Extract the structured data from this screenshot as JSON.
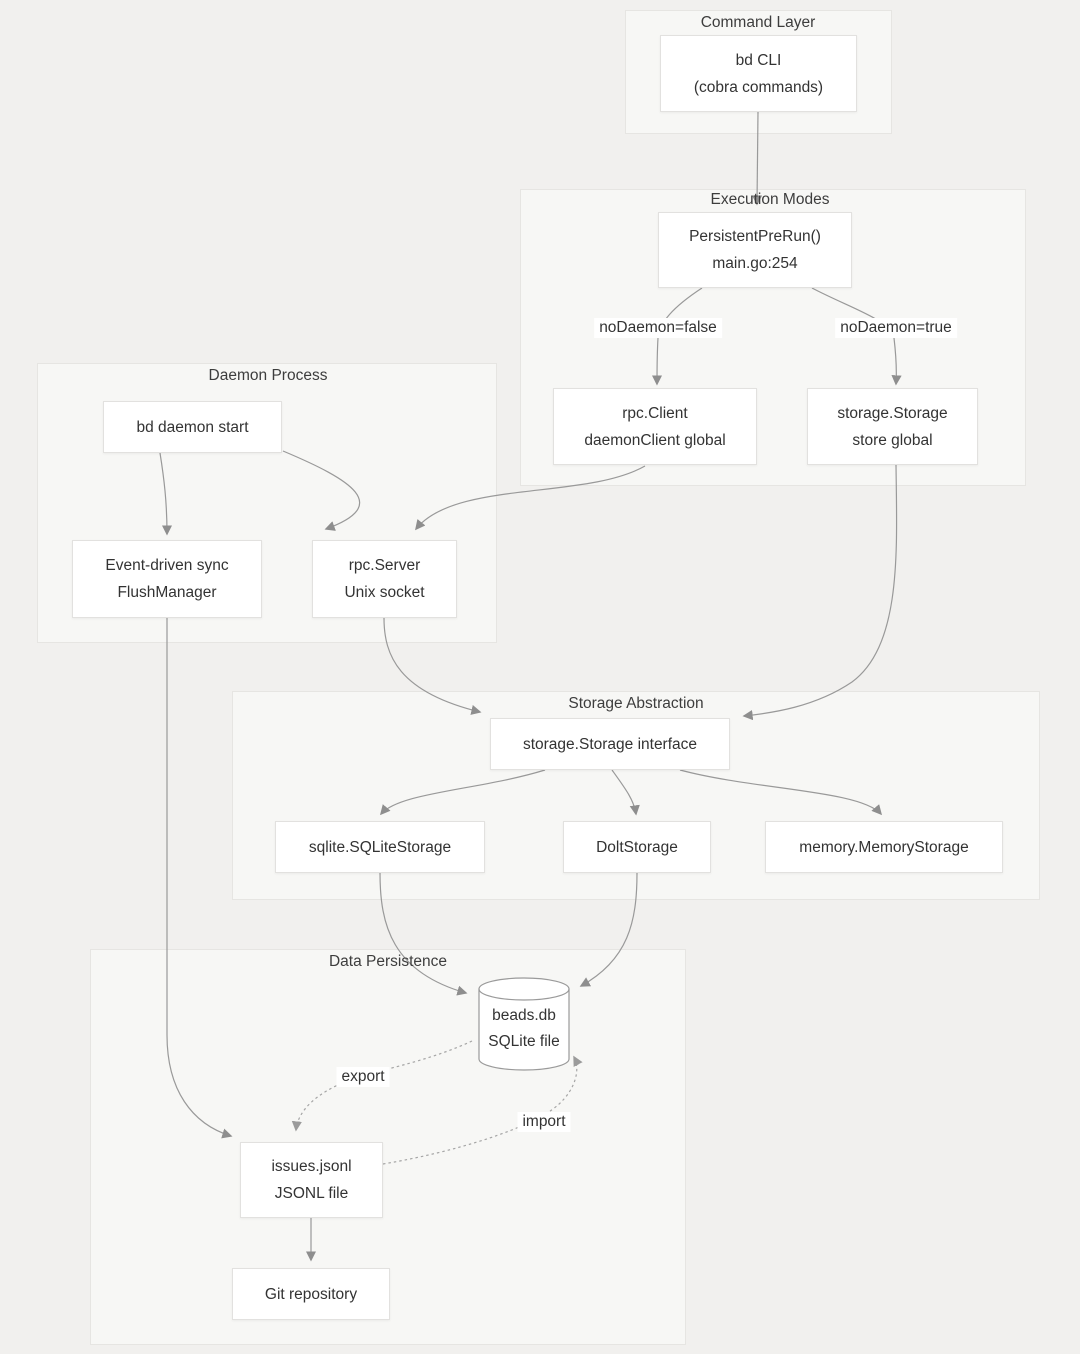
{
  "diagram": {
    "clusters": {
      "command_layer": "Command Layer",
      "execution_modes": "Execution Modes",
      "daemon_process": "Daemon Process",
      "storage_abstraction": "Storage Abstraction",
      "data_persistence": "Data Persistence"
    },
    "nodes": {
      "bd_cli": {
        "line1": "bd CLI",
        "line2": "(cobra commands)"
      },
      "persistent_prerun": {
        "line1": "PersistentPreRun()",
        "line2": "main.go:254"
      },
      "rpc_client": {
        "line1": "rpc.Client",
        "line2": "daemonClient global"
      },
      "storage_store": {
        "line1": "storage.Storage",
        "line2": "store global"
      },
      "bd_daemon_start": {
        "line1": "bd daemon start"
      },
      "event_driven_sync": {
        "line1": "Event-driven sync",
        "line2": "FlushManager"
      },
      "rpc_server": {
        "line1": "rpc.Server",
        "line2": "Unix socket"
      },
      "storage_interface": {
        "line1": "storage.Storage interface"
      },
      "sqlite_storage": {
        "line1": "sqlite.SQLiteStorage"
      },
      "dolt_storage": {
        "line1": "DoltStorage"
      },
      "memory_storage": {
        "line1": "memory.MemoryStorage"
      },
      "beads_db": {
        "line1": "beads.db",
        "line2": "SQLite file"
      },
      "issues_jsonl": {
        "line1": "issues.jsonl",
        "line2": "JSONL file"
      },
      "git_repository": {
        "line1": "Git repository"
      }
    },
    "edge_labels": {
      "no_daemon_false": "noDaemon=false",
      "no_daemon_true": "noDaemon=true",
      "export": "export",
      "import": "import"
    },
    "edges": [
      {
        "from": "bd_cli",
        "to": "persistent_prerun",
        "style": "solid",
        "label": ""
      },
      {
        "from": "persistent_prerun",
        "to": "rpc_client",
        "style": "solid",
        "label": "noDaemon=false"
      },
      {
        "from": "persistent_prerun",
        "to": "storage_store",
        "style": "solid",
        "label": "noDaemon=true"
      },
      {
        "from": "rpc_client",
        "to": "rpc_server",
        "style": "solid",
        "label": ""
      },
      {
        "from": "bd_daemon_start",
        "to": "event_driven_sync",
        "style": "solid",
        "label": ""
      },
      {
        "from": "bd_daemon_start",
        "to": "rpc_server",
        "style": "solid",
        "label": ""
      },
      {
        "from": "rpc_server",
        "to": "storage_interface",
        "style": "solid",
        "label": ""
      },
      {
        "from": "storage_store",
        "to": "storage_interface",
        "style": "solid",
        "label": ""
      },
      {
        "from": "storage_interface",
        "to": "sqlite_storage",
        "style": "solid",
        "label": ""
      },
      {
        "from": "storage_interface",
        "to": "dolt_storage",
        "style": "solid",
        "label": ""
      },
      {
        "from": "storage_interface",
        "to": "memory_storage",
        "style": "solid",
        "label": ""
      },
      {
        "from": "sqlite_storage",
        "to": "beads_db",
        "style": "solid",
        "label": ""
      },
      {
        "from": "dolt_storage",
        "to": "beads_db",
        "style": "solid",
        "label": ""
      },
      {
        "from": "event_driven_sync",
        "to": "issues_jsonl",
        "style": "solid",
        "label": ""
      },
      {
        "from": "issues_jsonl",
        "to": "git_repository",
        "style": "solid",
        "label": ""
      },
      {
        "from": "beads_db",
        "to": "issues_jsonl",
        "style": "dotted",
        "label": "export"
      },
      {
        "from": "issues_jsonl",
        "to": "beads_db",
        "style": "dotted",
        "label": "import"
      }
    ],
    "colors": {
      "background": "#f1f0ee",
      "cluster_fill": "#f7f7f5",
      "cluster_border": "#e6e5e2",
      "node_fill": "#ffffff",
      "node_border": "#e2e1df",
      "edge": "#999999",
      "text": "#333333"
    }
  }
}
